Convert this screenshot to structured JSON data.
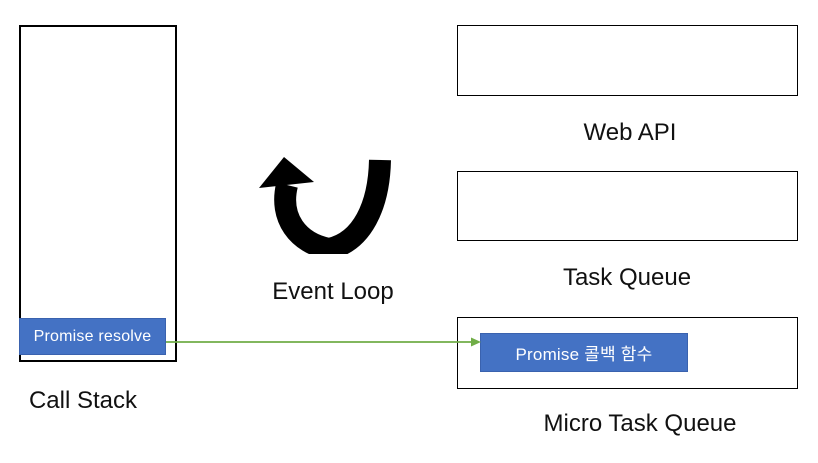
{
  "diagram": {
    "title": "JavaScript Event Loop diagram",
    "colors": {
      "background": "#ffffff",
      "box_border": "#000000",
      "block_fill": "#4472C4",
      "block_border": "#3A62AE",
      "block_text": "#ffffff",
      "label_text": "#111111",
      "event_loop_icon": "#000000",
      "transfer_arrow": "#70AD47"
    },
    "call_stack": {
      "label": "Call Stack",
      "items": [
        {
          "label": "Promise resolve"
        }
      ]
    },
    "event_loop": {
      "label": "Event Loop",
      "icon": "u-turn-arrow-icon"
    },
    "web_api": {
      "label": "Web API",
      "items": []
    },
    "task_queue": {
      "label": "Task Queue",
      "items": []
    },
    "micro_task_queue": {
      "label": "Micro Task Queue",
      "items": [
        {
          "label": "Promise 콜백 함수"
        }
      ]
    },
    "connections": [
      {
        "name": "promise-transfer-arrow",
        "from": "call_stack.items.0",
        "to": "micro_task_queue.items.0",
        "color": "#70AD47"
      }
    ]
  }
}
